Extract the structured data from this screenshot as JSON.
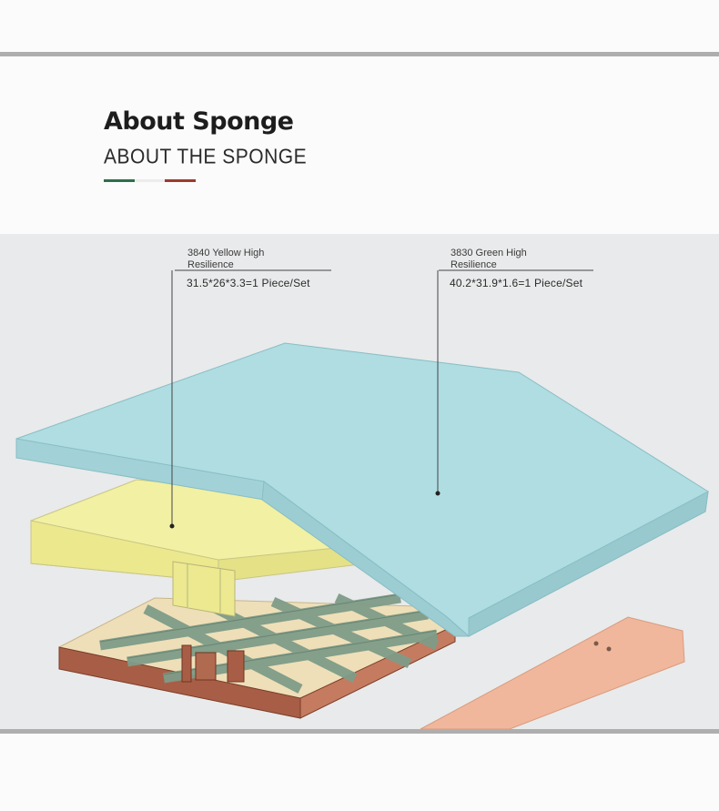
{
  "heading": {
    "title": "About Sponge",
    "subtitle": "ABOUT THE SPONGE"
  },
  "accent_colors": [
    "#2f6e4c",
    "#ececec",
    "#9c3b2e"
  ],
  "callouts": [
    {
      "name": "3840 Yellow High Resilience",
      "spec": "31.5*26*3.3=1 Piece/Set",
      "color": "#f2f0a3"
    },
    {
      "name": "3830 Green High Resilience",
      "spec": "40.2*31.9*1.6=1 Piece/Set",
      "color": "#afdde2"
    }
  ]
}
